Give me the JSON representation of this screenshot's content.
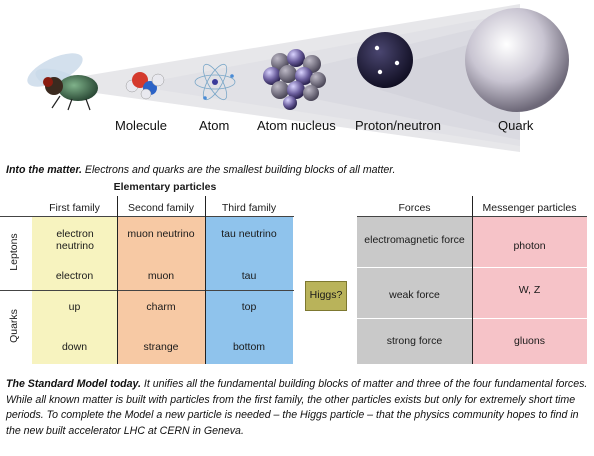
{
  "scale": {
    "labels": [
      "Molecule",
      "Atom",
      "Atom nucleus",
      "Proton/neutron",
      "Quark"
    ]
  },
  "caption_top": {
    "lead": "Into the matter.",
    "text": " Electrons and quarks are the smallest building blocks of all matter."
  },
  "standard_model": {
    "title": "Elementary particles",
    "families": [
      "First family",
      "Second family",
      "Third family"
    ],
    "row_groups": [
      "Leptons",
      "Quarks"
    ],
    "leptons": [
      [
        "electron neutrino",
        "muon neutrino",
        "tau neutrino"
      ],
      [
        "electron",
        "muon",
        "tau"
      ]
    ],
    "quarks": [
      [
        "up",
        "charm",
        "top"
      ],
      [
        "down",
        "strange",
        "bottom"
      ]
    ],
    "higgs": "Higgs?",
    "forces_header": "Forces",
    "messenger_header": "Messenger particles",
    "forces": [
      {
        "force": "electromagnetic force",
        "messenger": "photon"
      },
      {
        "force": "weak force",
        "messenger": "W, Z"
      },
      {
        "force": "strong force",
        "messenger": "gluons"
      }
    ],
    "colors": {
      "first_family": "#f7f3bf",
      "second_family": "#f7c9a4",
      "third_family": "#8fc3ec",
      "higgs": "#b9b35a",
      "forces": "#c9c9c9",
      "messenger": "#f6c3c8"
    }
  },
  "caption_bottom": {
    "lead": "The Standard Model today.",
    "text": " It unifies all the fundamental building blocks of matter and three of the four fundamental forces. While all known matter is built with particles from the first family, the other particles exists but only for extremely short time periods. To complete the Model a new particle is needed – the Higgs particle – that the physics community hopes to find in the new built accelerator LHC at CERN in Geneva."
  }
}
